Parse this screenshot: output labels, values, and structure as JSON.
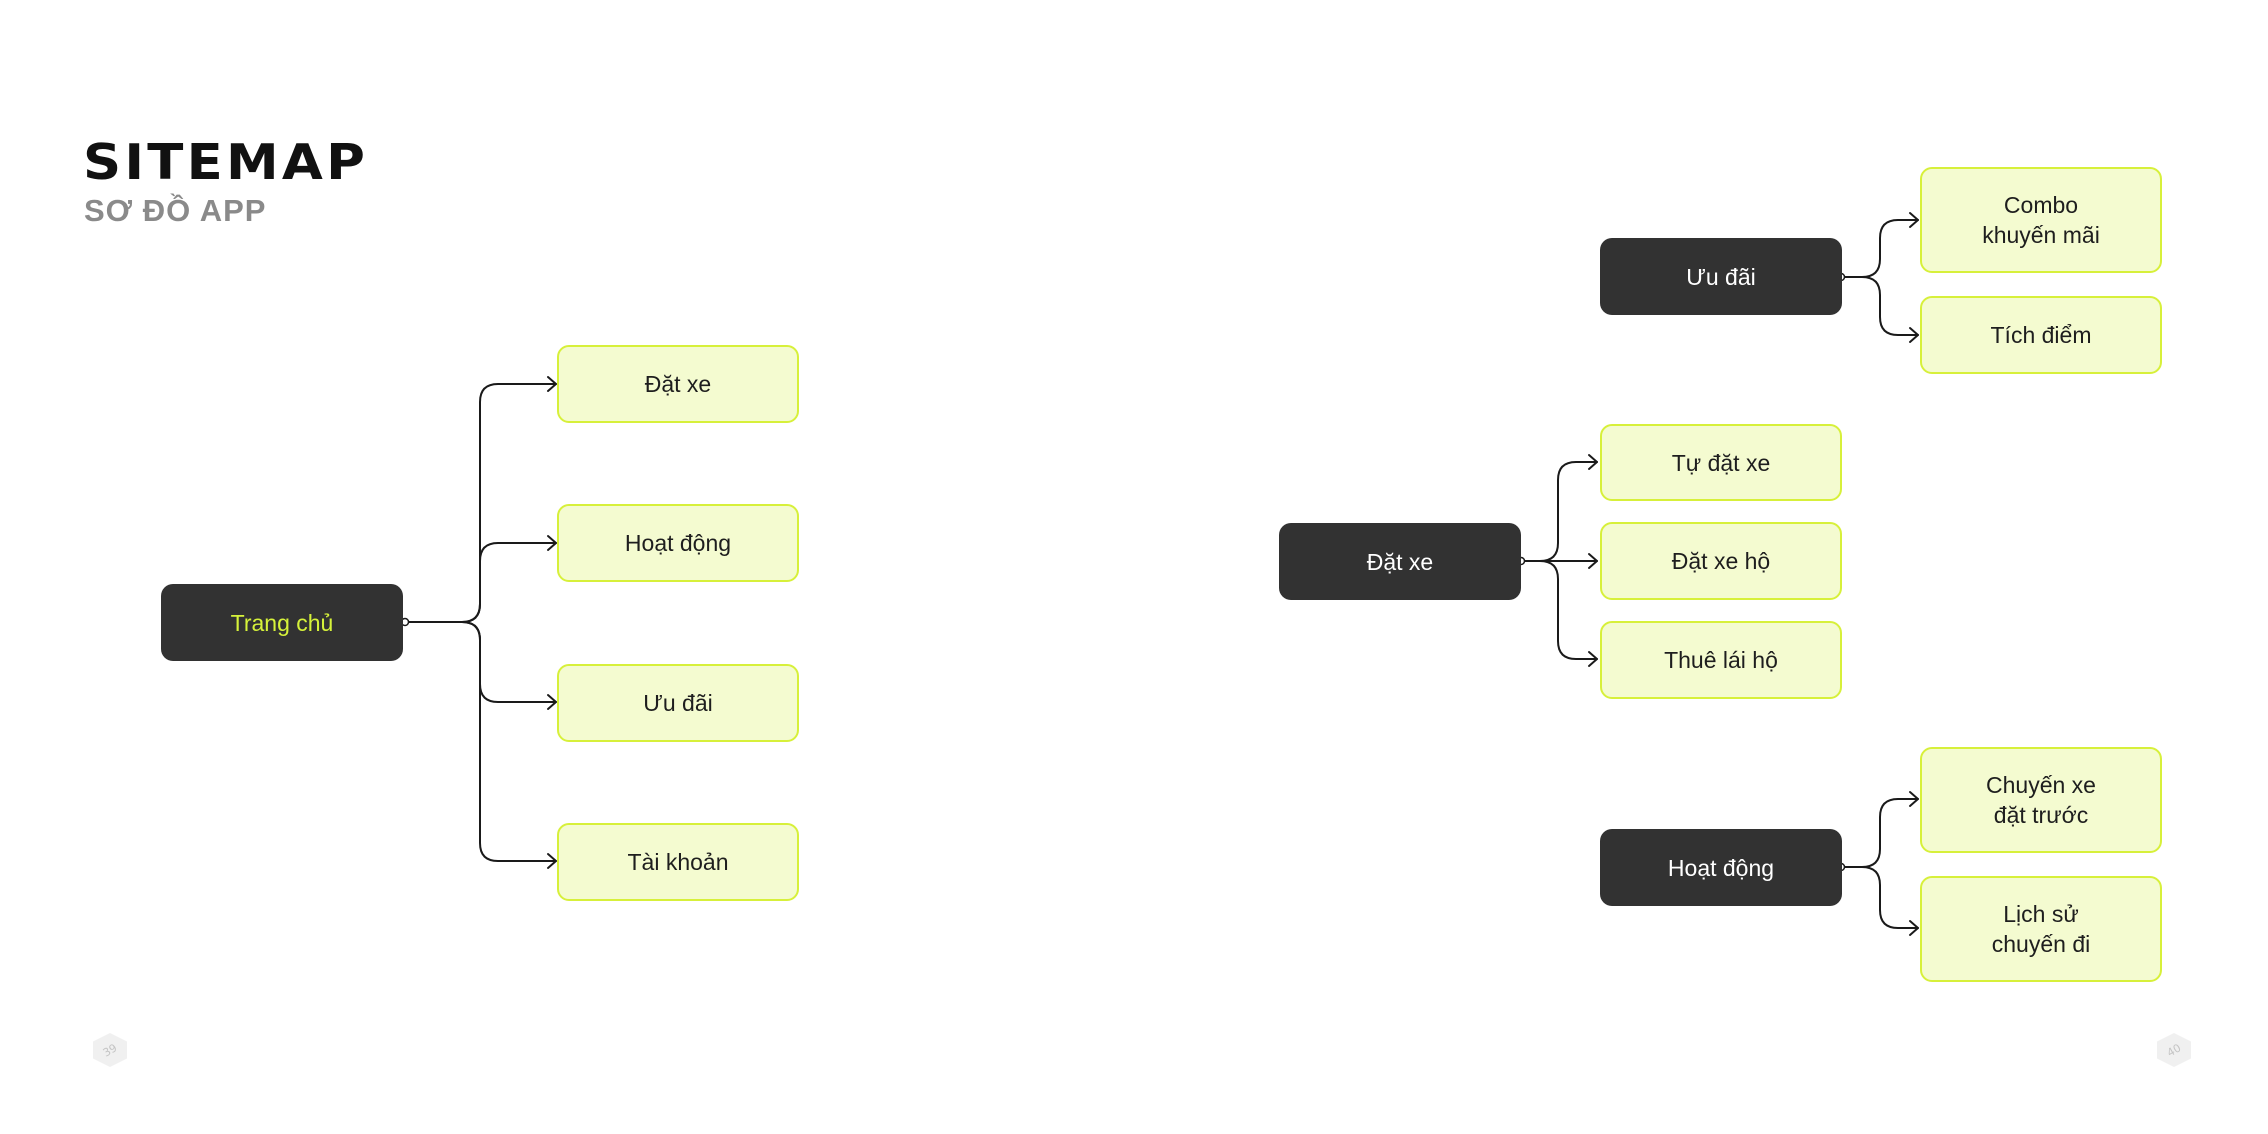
{
  "header": {
    "title": "SITEMAP",
    "subtitle": "SƠ ĐỒ APP"
  },
  "colors": {
    "dark_node": "#323232",
    "light_node_fill": "#f4fbd0",
    "light_node_border": "#d7f03a",
    "accent_text": "#d6f23a",
    "connector": "#1a1a1a"
  },
  "main_tree": {
    "root": "Trang chủ",
    "children": [
      "Đặt xe",
      "Hoạt động",
      "Ưu đãi",
      "Tài khoản"
    ]
  },
  "sub_trees": [
    {
      "root": "Ưu đãi",
      "children": [
        "Combo\nkhuyến mãi",
        "Tích điểm"
      ]
    },
    {
      "root": "Đặt xe",
      "children": [
        "Tự đặt xe",
        "Đặt xe hộ",
        "Thuê lái hộ"
      ]
    },
    {
      "root": "Hoạt động",
      "children": [
        "Chuyến xe\nđặt trước",
        "Lịch sử\nchuyến đi"
      ]
    }
  ],
  "page_numbers": {
    "left": "39",
    "right": "40"
  }
}
